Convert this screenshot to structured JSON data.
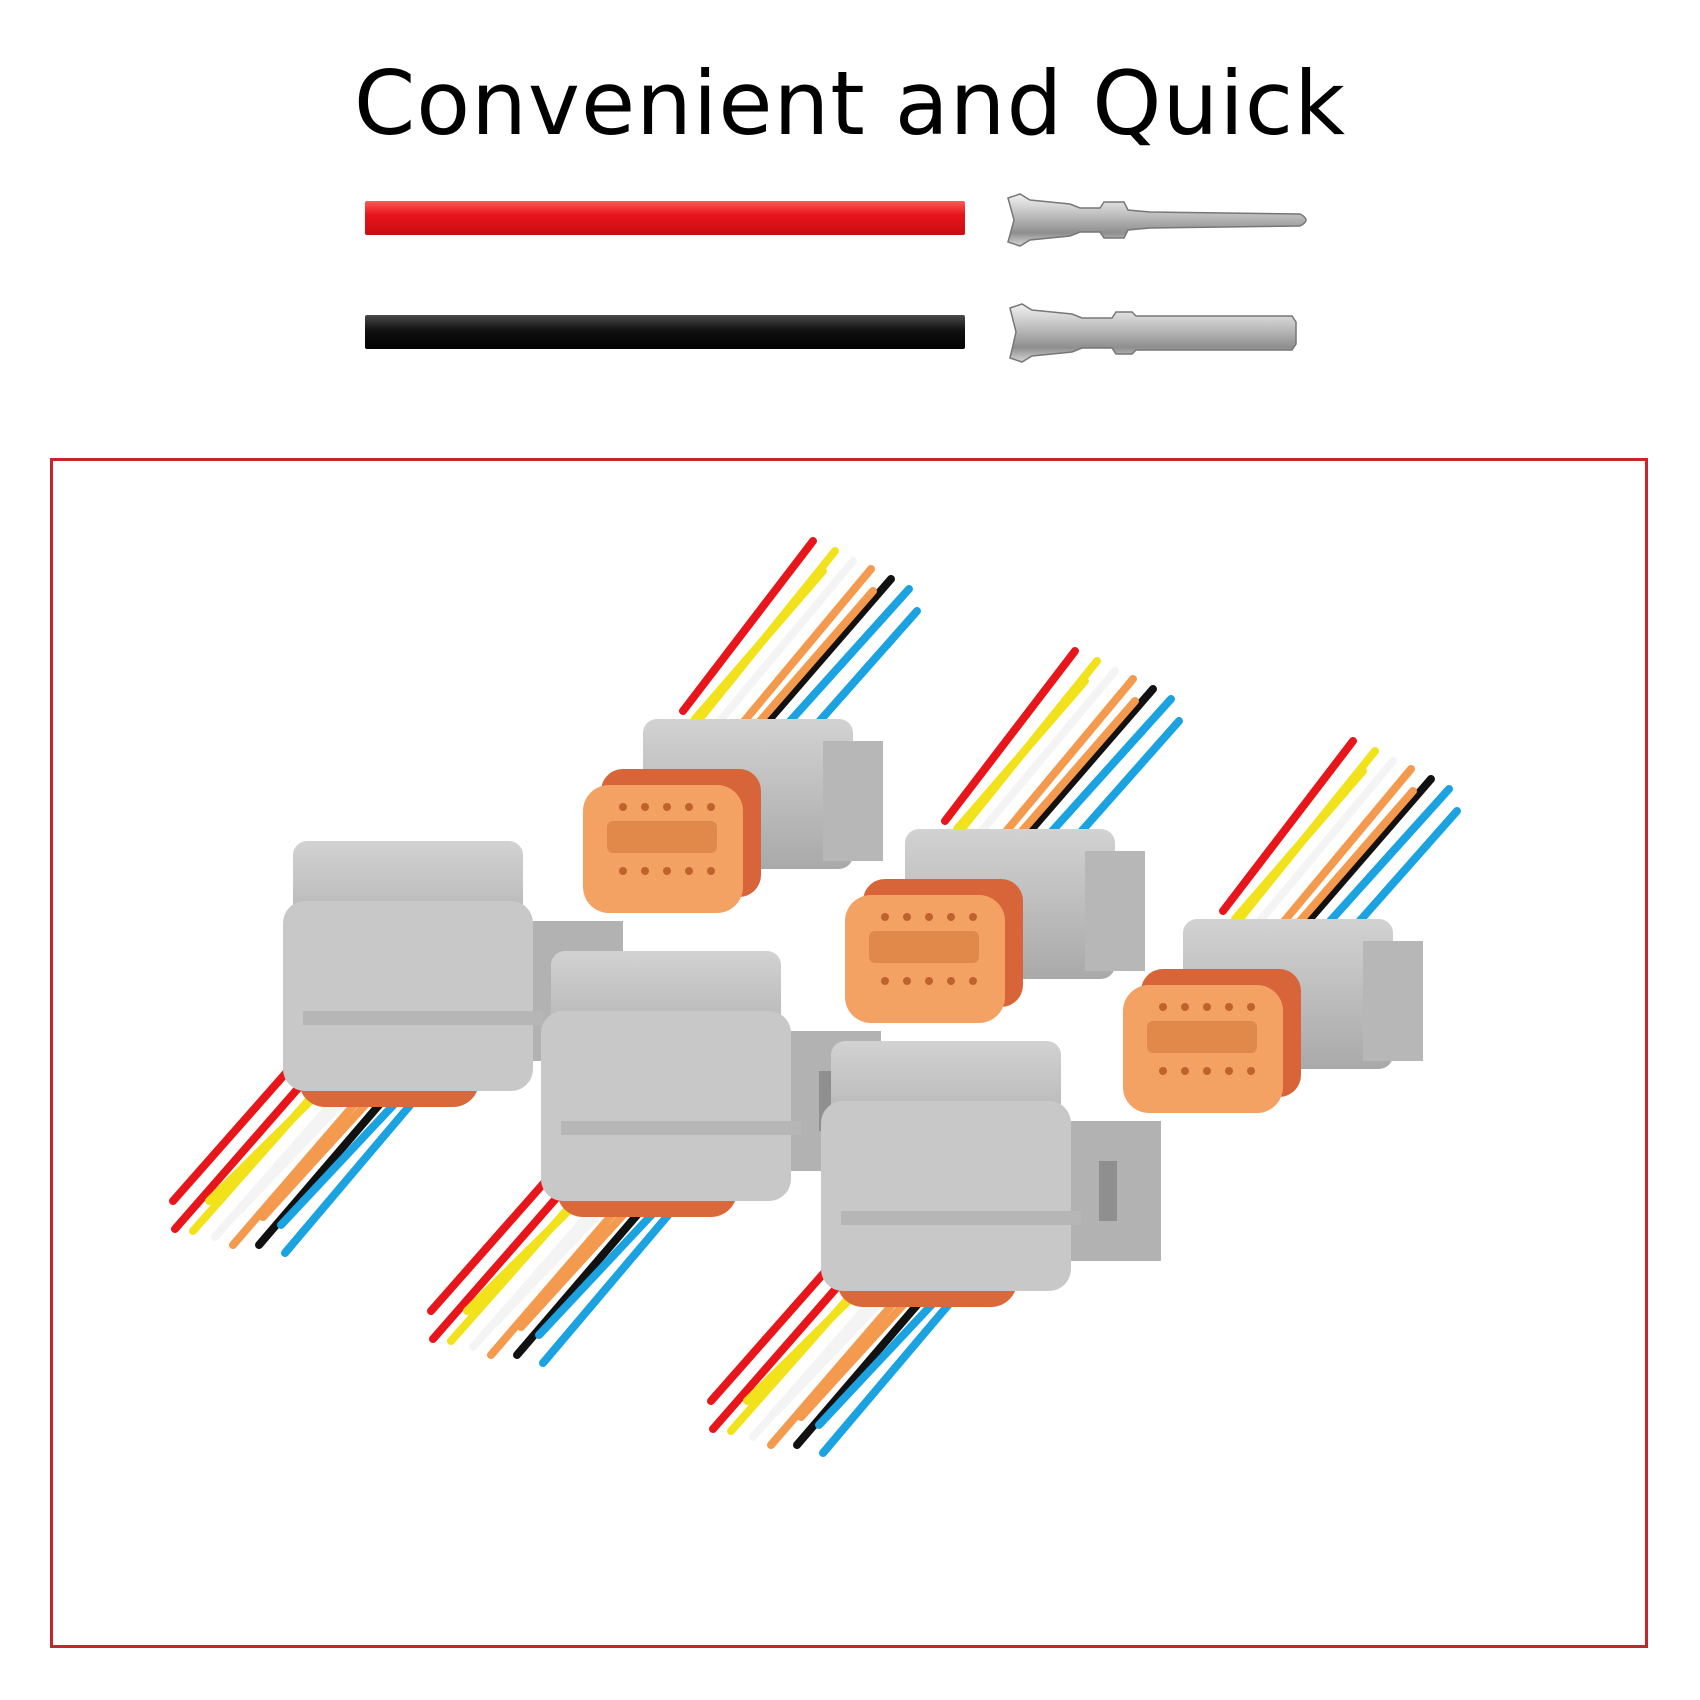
{
  "title": "Convenient and Quick",
  "colors": {
    "frame": "#c3262c",
    "wire_top": "#e8151b",
    "wire_bottom": "#111111",
    "housing": "#c8c8c8",
    "seal": "#f0813f",
    "wire_palette": [
      "#e8151b",
      "#f2e21c",
      "#f4f4f4",
      "#f39a4e",
      "#111111",
      "#1aa3e0"
    ]
  },
  "items": {
    "top_wire": "red-wire",
    "bottom_wire": "black-wire",
    "top_pin": "male-pin-contact",
    "bottom_pin": "female-socket-contact",
    "plugs": 3,
    "receptacles": 3
  }
}
